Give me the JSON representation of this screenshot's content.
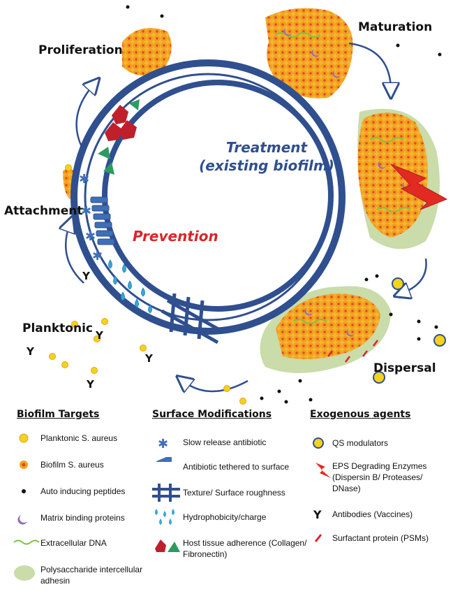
{
  "stages": {
    "proliferation": "Proliferation",
    "maturation": "Maturation",
    "attachment": "Attachment",
    "planktonic": "Planktonic",
    "dispersal": "Dispersal"
  },
  "center": {
    "treatment_line1": "Treatment",
    "treatment_line2": "(existing biofilm)",
    "prevention": "Prevention"
  },
  "legend": {
    "biofilm_targets": {
      "heading": "Biofilm Targets",
      "items": [
        {
          "icon": "planktonic-cell-icon",
          "label": "Planktonic S. aureus"
        },
        {
          "icon": "biofilm-cell-icon",
          "label": "Biofilm S. aureus"
        },
        {
          "icon": "dot-icon",
          "label": "Auto inducing peptides"
        },
        {
          "icon": "crescent-icon",
          "label": "Matrix binding proteins"
        },
        {
          "icon": "wavy-line-icon",
          "label": "Extracellular DNA"
        },
        {
          "icon": "green-blob-icon",
          "label_line1": "Polysaccharide intercellular",
          "label_line2": "adhesin"
        }
      ]
    },
    "surface_modifications": {
      "heading": "Surface Modifications",
      "items": [
        {
          "icon": "gear-icon",
          "label": "Slow release antibiotic"
        },
        {
          "icon": "tether-icon",
          "label": "Antibiotic tethered to surface"
        },
        {
          "icon": "grid-icon",
          "label": "Texture/ Surface roughness"
        },
        {
          "icon": "droplets-icon",
          "label": "Hydrophobicity/charge"
        },
        {
          "icon": "shapes-icon",
          "label_line1": "Host tissue adherence (Collagen/",
          "label_line2": "Fibronectin)"
        }
      ]
    },
    "exogenous_agents": {
      "heading": "Exogenous agents",
      "items": [
        {
          "icon": "qs-modulator-icon",
          "label": "QS modulators"
        },
        {
          "icon": "lightning-icon",
          "label_line1": "EPS Degrading Enzymes",
          "label_line2": "(Dispersin B/ Proteases/",
          "label_line3": "DNase)"
        },
        {
          "icon": "antibody-icon",
          "label": "Antibodies (Vaccines)"
        },
        {
          "icon": "red-mark-icon",
          "label": "Surfactant protein (PSMs)"
        }
      ]
    }
  },
  "colors": {
    "ring": "#2f4f8f",
    "planktonic": "#f5d21c",
    "biofilm": "#f4a21b",
    "biofilm_core": "#e2442b",
    "pia": "#c9dca9",
    "edna": "#7cc243",
    "crescent": "#8f6fbd",
    "prevention": "#d9262a",
    "droplet": "#3aa6d8"
  }
}
